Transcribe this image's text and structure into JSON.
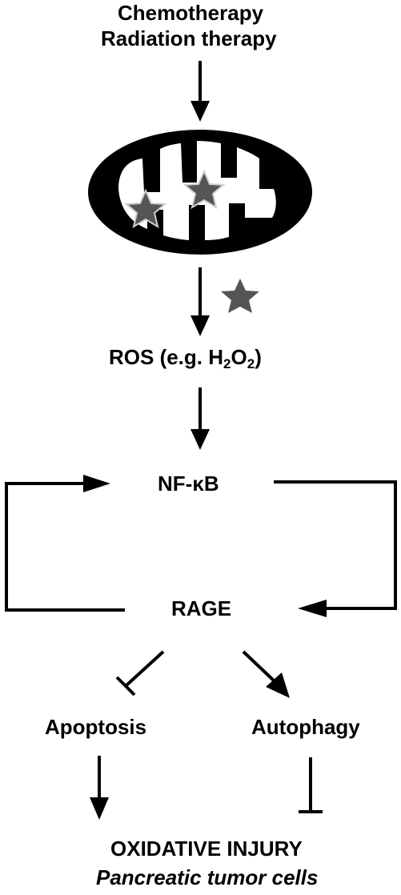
{
  "diagram": {
    "trigger": {
      "line1": "Chemotherapy",
      "line2": "Radiation therapy"
    },
    "organelle_icon": "mitochondrion-icon",
    "marker_icon": "star-icon",
    "ros": {
      "prefix": "ROS (e.g. H",
      "sub1": "2",
      "mid": "O",
      "sub2": "2",
      "suffix": ")"
    },
    "nfkb": "NF-κB",
    "rage": "RAGE",
    "apoptosis": "Apoptosis",
    "autophagy": "Autophagy",
    "outcome": {
      "title": "OXIDATIVE INJURY",
      "subtitle": "Pancreatic tumor cells"
    },
    "colors": {
      "ink": "#000000",
      "star": "#555555",
      "star_outline": "#d0d0d0"
    }
  }
}
